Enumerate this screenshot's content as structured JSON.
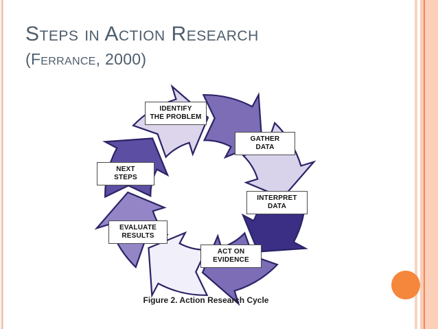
{
  "header": {
    "title": "Steps in Action Research",
    "subtitle": "(Ferrance, 2000)",
    "text_color": "#4E5D6C"
  },
  "diagram": {
    "caption": "Figure 2. Action Research Cycle",
    "outline_color": "#2B2467",
    "boxes": [
      {
        "id": "identify",
        "line1": "IDENTIFY",
        "line2": "THE PROBLEM"
      },
      {
        "id": "gather",
        "line1": "GATHER",
        "line2": "DATA"
      },
      {
        "id": "next",
        "line1": "NEXT",
        "line2": "STEPS"
      },
      {
        "id": "interpret",
        "line1": "INTERPRET",
        "line2": "DATA"
      },
      {
        "id": "evaluate",
        "line1": "EVALUATE",
        "line2": "RESULTS"
      },
      {
        "id": "act",
        "line1": "ACT ON",
        "line2": "EVIDENCE"
      }
    ],
    "segments": [
      {
        "position": "bottom-right",
        "color": "#7C6DB6"
      },
      {
        "position": "right-interpret",
        "color": "#3A2F85"
      },
      {
        "position": "upper-right-gather",
        "color": "#D9D2EB"
      },
      {
        "position": "top-right",
        "color": "#7C6DB6"
      },
      {
        "position": "top-left-identify",
        "color": "#DCD5EC"
      },
      {
        "position": "left-next-steps",
        "color": "#5C4EA2"
      },
      {
        "position": "lower-left-evaluate",
        "color": "#9486C6"
      },
      {
        "position": "bottom-act",
        "color": "#F1EFF9"
      }
    ]
  },
  "decor": {
    "accent_circle_color": "#F5873C",
    "left_stripe_color": "#F2D5C6",
    "right_band_color": "#FACDB6",
    "right_band_line_color": "#E98A60"
  }
}
